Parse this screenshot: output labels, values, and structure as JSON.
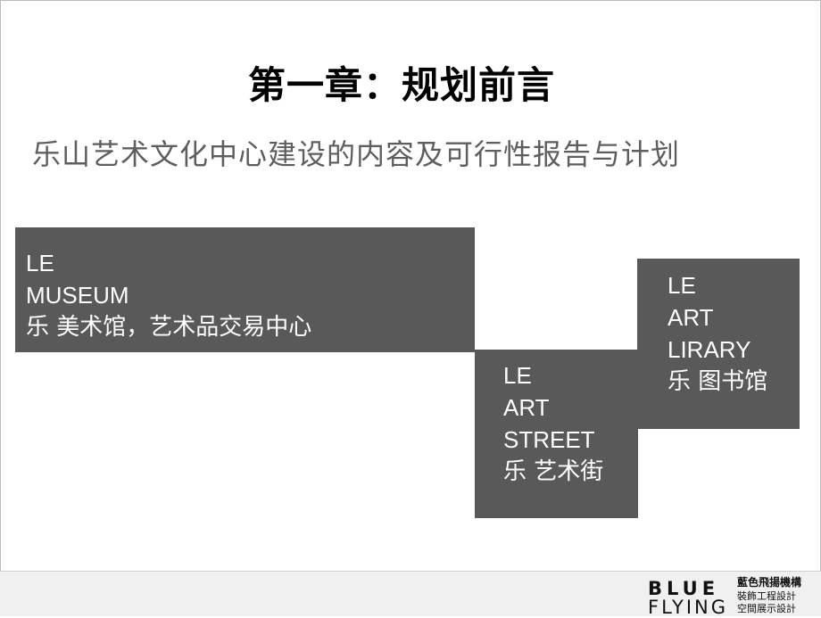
{
  "slide": {
    "title": "第一章：规划前言",
    "subtitle": "乐山艺术文化中心建设的内容及可行性报告与计划"
  },
  "blocks": {
    "museum": {
      "line1": "LE",
      "line2": "MUSEUM",
      "cn": "乐 美术馆，艺术品交易中心"
    },
    "street": {
      "line1": "LE",
      "line2": "ART",
      "line3": "STREET",
      "cn": "乐 艺术街"
    },
    "library": {
      "line1": "LE",
      "line2": "ART",
      "line3": "LIRARY",
      "cn": "乐 图书馆"
    }
  },
  "footer": {
    "logo_en_1": "BLUE",
    "logo_en_2": "FLYING",
    "logo_cn_1": "藍色飛揚機構",
    "logo_cn_2": "裝飾工程設計",
    "logo_cn_3": "空間展示設計"
  },
  "colors": {
    "block_fill": "#595959",
    "subtitle_text": "#5e5e5e",
    "footer_bg": "#f0f0f0"
  }
}
